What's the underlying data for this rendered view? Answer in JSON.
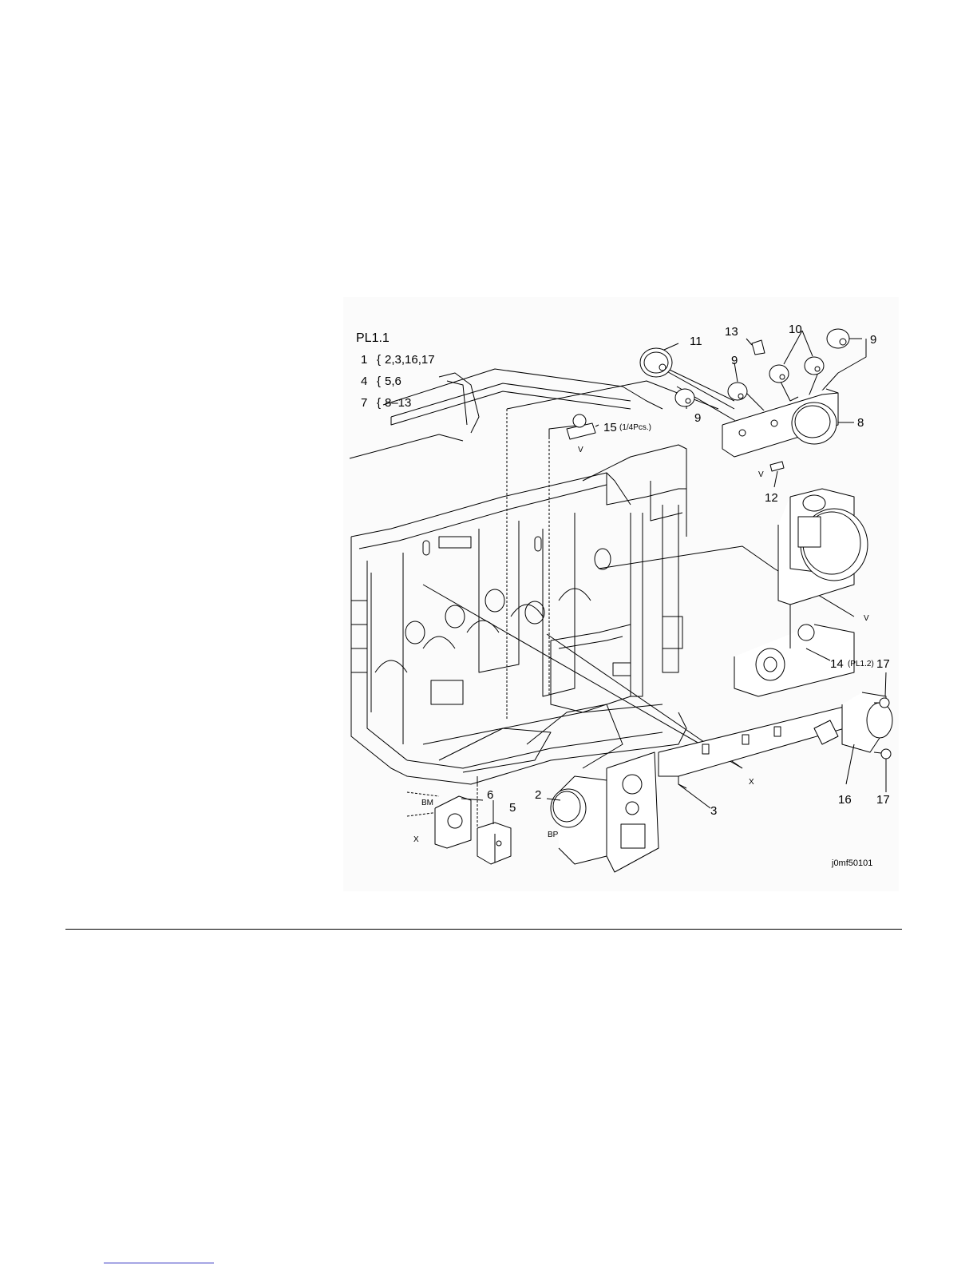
{
  "figure": {
    "plate_title": "PL1.1",
    "assemblies": [
      {
        "parent": "1",
        "children": "2,3,16,17"
      },
      {
        "parent": "4",
        "children": "5,6"
      },
      {
        "parent": "7",
        "children": "8–13"
      }
    ],
    "callouts": {
      "c11": "11",
      "c13": "13",
      "c10": "10",
      "c9a": "9",
      "c9b": "9",
      "c9c": "9",
      "c8": "8",
      "c12": "12",
      "c15": "15",
      "c15_note": "(1/4Pcs.)",
      "c14": "14",
      "c14_note": "(PL1.2)",
      "c17a": "17",
      "c17b": "17",
      "c16": "16",
      "c3": "3",
      "c2": "2",
      "c6": "6",
      "c5": "5",
      "ref_v1": "V",
      "ref_v2": "V",
      "ref_v3": "V",
      "ref_x1": "X",
      "ref_x2": "X",
      "ref_bm": "BM",
      "ref_bp": "BP"
    },
    "figure_id": "j0mf50101"
  }
}
